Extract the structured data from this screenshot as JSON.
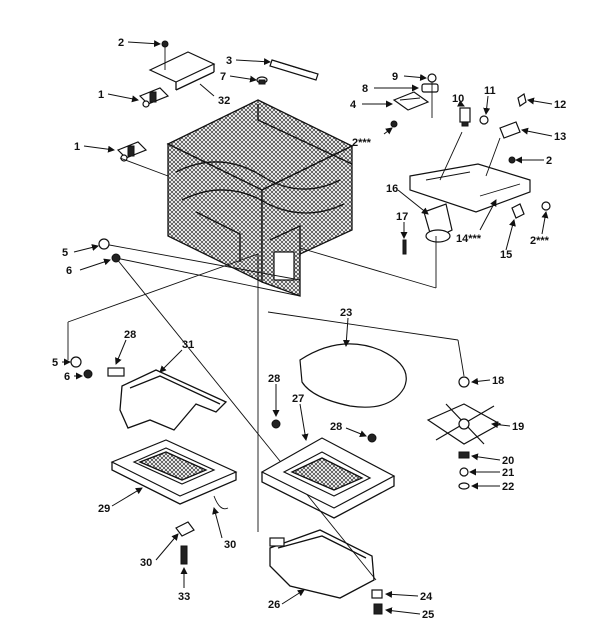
{
  "callouts": [
    {
      "id": "c1a",
      "text": "1"
    },
    {
      "id": "c1b",
      "text": "1"
    },
    {
      "id": "c2a",
      "text": "2"
    },
    {
      "id": "c2b",
      "text": "2"
    },
    {
      "id": "c2c",
      "text": "2***"
    },
    {
      "id": "c2d",
      "text": "2***"
    },
    {
      "id": "c3",
      "text": "3"
    },
    {
      "id": "c4",
      "text": "4"
    },
    {
      "id": "c5a",
      "text": "5"
    },
    {
      "id": "c5b",
      "text": "5"
    },
    {
      "id": "c6a",
      "text": "6"
    },
    {
      "id": "c6b",
      "text": "6"
    },
    {
      "id": "c7",
      "text": "7"
    },
    {
      "id": "c8",
      "text": "8"
    },
    {
      "id": "c9",
      "text": "9"
    },
    {
      "id": "c10",
      "text": "10"
    },
    {
      "id": "c11",
      "text": "11"
    },
    {
      "id": "c12",
      "text": "12"
    },
    {
      "id": "c13",
      "text": "13"
    },
    {
      "id": "c14",
      "text": "14***"
    },
    {
      "id": "c15",
      "text": "15"
    },
    {
      "id": "c16",
      "text": "16"
    },
    {
      "id": "c17",
      "text": "17"
    },
    {
      "id": "c18",
      "text": "18"
    },
    {
      "id": "c19",
      "text": "19"
    },
    {
      "id": "c20",
      "text": "20"
    },
    {
      "id": "c21",
      "text": "21"
    },
    {
      "id": "c22",
      "text": "22"
    },
    {
      "id": "c23",
      "text": "23"
    },
    {
      "id": "c24",
      "text": "24"
    },
    {
      "id": "c25",
      "text": "25"
    },
    {
      "id": "c26",
      "text": "26"
    },
    {
      "id": "c27",
      "text": "27"
    },
    {
      "id": "c28a",
      "text": "28"
    },
    {
      "id": "c28b",
      "text": "28"
    },
    {
      "id": "c28c",
      "text": "28"
    },
    {
      "id": "c29",
      "text": "29"
    },
    {
      "id": "c30a",
      "text": "30"
    },
    {
      "id": "c30b",
      "text": "30"
    },
    {
      "id": "c31",
      "text": "31"
    },
    {
      "id": "c32",
      "text": "32"
    },
    {
      "id": "c33",
      "text": "33"
    }
  ]
}
